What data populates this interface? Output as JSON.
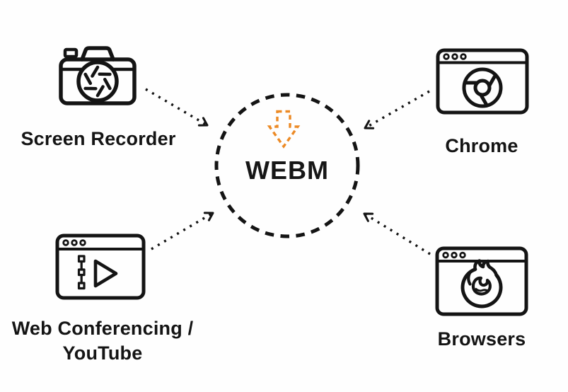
{
  "title": "WEBM input sources diagram",
  "center": {
    "label": "WEBM",
    "icon": "download-arrow-icon"
  },
  "nodes": [
    {
      "id": "screen-recorder",
      "label": "Screen Recorder",
      "icon": "camera-icon",
      "position": "top-left"
    },
    {
      "id": "chrome",
      "label": "Chrome",
      "icon": "chrome-browser-window-icon",
      "position": "top-right"
    },
    {
      "id": "web-conferencing-youtube",
      "label": "Web Conferencing / YouTube",
      "icon": "video-player-window-icon",
      "position": "bottom-left"
    },
    {
      "id": "browsers",
      "label": "Browsers",
      "icon": "firefox-browser-window-icon",
      "position": "bottom-right"
    }
  ],
  "arrows": [
    {
      "from": "screen-recorder",
      "to": "center"
    },
    {
      "from": "chrome",
      "to": "center"
    },
    {
      "from": "web-conferencing-youtube",
      "to": "center"
    },
    {
      "from": "browsers",
      "to": "center"
    }
  ],
  "colors": {
    "line": "#141414",
    "accent_orange": "#EC8A25",
    "background": "#FEFEFE"
  }
}
